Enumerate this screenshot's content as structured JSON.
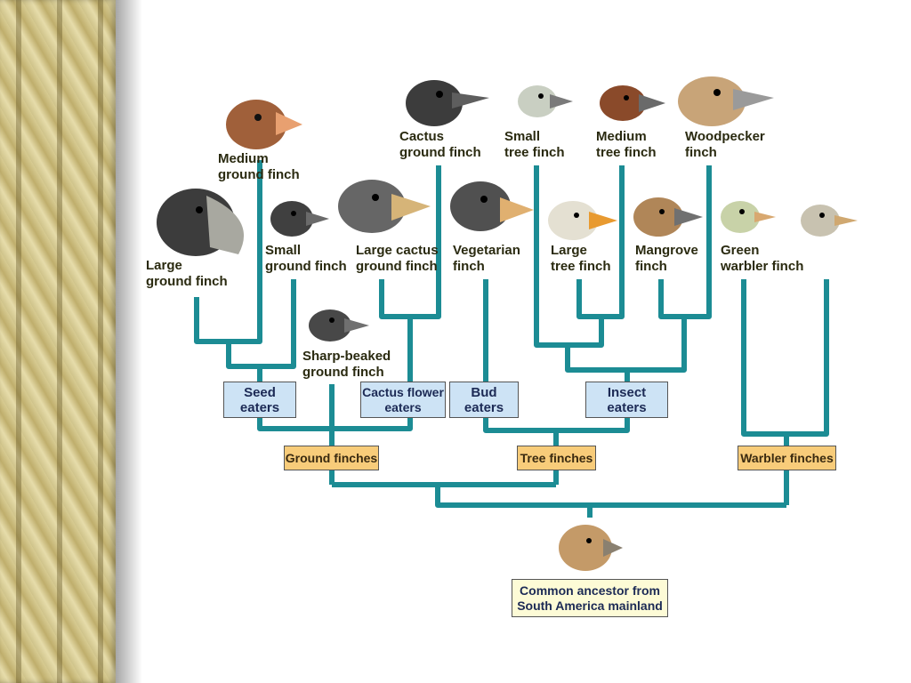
{
  "species": {
    "medium_ground": "Medium\nground finch",
    "large_ground": "Large\nground finch",
    "small_ground": "Small\nground finch",
    "sharp_beaked": "Sharp-beaked\nground finch",
    "cactus_ground": "Cactus\nground finch",
    "large_cactus": "Large cactus\nground finch",
    "vegetarian": "Vegetarian\nfinch",
    "small_tree": "Small\ntree finch",
    "medium_tree": "Medium\ntree finch",
    "large_tree": "Large\ntree finch",
    "woodpecker": "Woodpecker\nfinch",
    "mangrove": "Mangrove\nfinch",
    "green_warbler": "Green\nwarbler finch"
  },
  "groups": {
    "seed_eaters": "Seed\neaters",
    "cactus_flower_eaters": "Cactus flower\neaters",
    "bud_eaters": "Bud\neaters",
    "insect_eaters": "Insect\neaters"
  },
  "clades": {
    "ground": "Ground finches",
    "tree": "Tree finches",
    "warbler": "Warbler finches"
  },
  "ancestor": "Common ancestor from\nSouth America mainland",
  "colors": {
    "branch": "#1c8c94",
    "blue_box": "#cde3f5",
    "orange_box": "#f8cc7a",
    "cream_box": "#fdfbd6"
  }
}
